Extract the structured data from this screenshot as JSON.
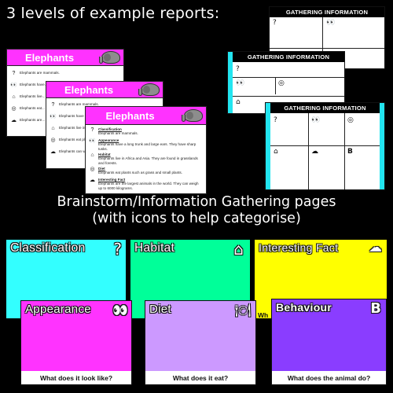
{
  "heading": "3 levels of example reports:",
  "subheading_line1": "Brainstorm/Information Gathering pages",
  "subheading_line2": "(with icons to help categorise)",
  "colors": {
    "background": "#000000",
    "report_band": "#ff32ff",
    "gathering_accent": "#22e5f0",
    "classification": "#33ffff",
    "habitat": "#00ff99",
    "interesting_fact": "#ffff00",
    "appearance": "#ff33ff",
    "diet": "#cc99ff",
    "behaviour": "#8a3dff"
  },
  "reports": [
    {
      "title": "Elephants",
      "rows": [
        {
          "icon": "question-icon",
          "text": "Elephants are mammals."
        },
        {
          "icon": "eyes-icon",
          "text": "Elephants have..."
        },
        {
          "icon": "house-icon",
          "text": "Elephants live..."
        },
        {
          "icon": "plate-icon",
          "text": "Elephants eat..."
        },
        {
          "icon": "cloud-icon",
          "text": "Elephants are..."
        }
      ]
    },
    {
      "title": "Elephants",
      "rows": [
        {
          "icon": "question-icon",
          "text": "Elephants are mammals."
        },
        {
          "icon": "eyes-icon",
          "text": "Elephants have a long trunk and have sharp tusks."
        },
        {
          "icon": "house-icon",
          "text": "Elephants live in grasslands..."
        },
        {
          "icon": "plate-icon",
          "text": "Elephants eat plants..."
        },
        {
          "icon": "cloud-icon",
          "text": "Elephants can weigh up to..."
        }
      ]
    },
    {
      "title": "Elephants",
      "rows": [
        {
          "icon": "question-icon",
          "heading": "Classification",
          "text": "Elephants are mammals."
        },
        {
          "icon": "eyes-icon",
          "heading": "Appearance",
          "text": "Elephants have a long trunk and large ears. They have sharp tusks."
        },
        {
          "icon": "house-icon",
          "heading": "Habitat",
          "text": "Elephants live in Africa and Asia. They are found in grasslands and forests."
        },
        {
          "icon": "plate-icon",
          "heading": "Diet",
          "text": "Elephants eat plants such as grass and small plants."
        },
        {
          "icon": "cloud-icon",
          "heading": "Interesting Fact",
          "text": "Elephants are the largest animals in the world. They can weigh up to 6000 kilograms."
        }
      ]
    }
  ],
  "gathering": [
    {
      "title": "GATHERING INFORMATION"
    },
    {
      "title": "GATHERING INFORMATION"
    },
    {
      "title": "GATHERING INFORMATION"
    }
  ],
  "categories": [
    {
      "label": "Classification",
      "icon": "question-icon",
      "glyph": "?",
      "question": ""
    },
    {
      "label": "Habitat",
      "icon": "house-icon",
      "glyph": "⌂",
      "question": ""
    },
    {
      "label": "Interesting Fact",
      "icon": "cloud-icon",
      "glyph": "☁",
      "question": ""
    },
    {
      "label": "Appearance",
      "icon": "eyes-icon",
      "glyph": "👀",
      "question": "What does it look like?"
    },
    {
      "label": "Diet",
      "icon": "plate-icon",
      "glyph": "🍽",
      "question": "What does it eat?",
      "partial_question": "Wh"
    },
    {
      "label": "Behaviour",
      "icon": "b-letter-icon",
      "glyph": "B",
      "question": "What does the animal do?"
    }
  ]
}
